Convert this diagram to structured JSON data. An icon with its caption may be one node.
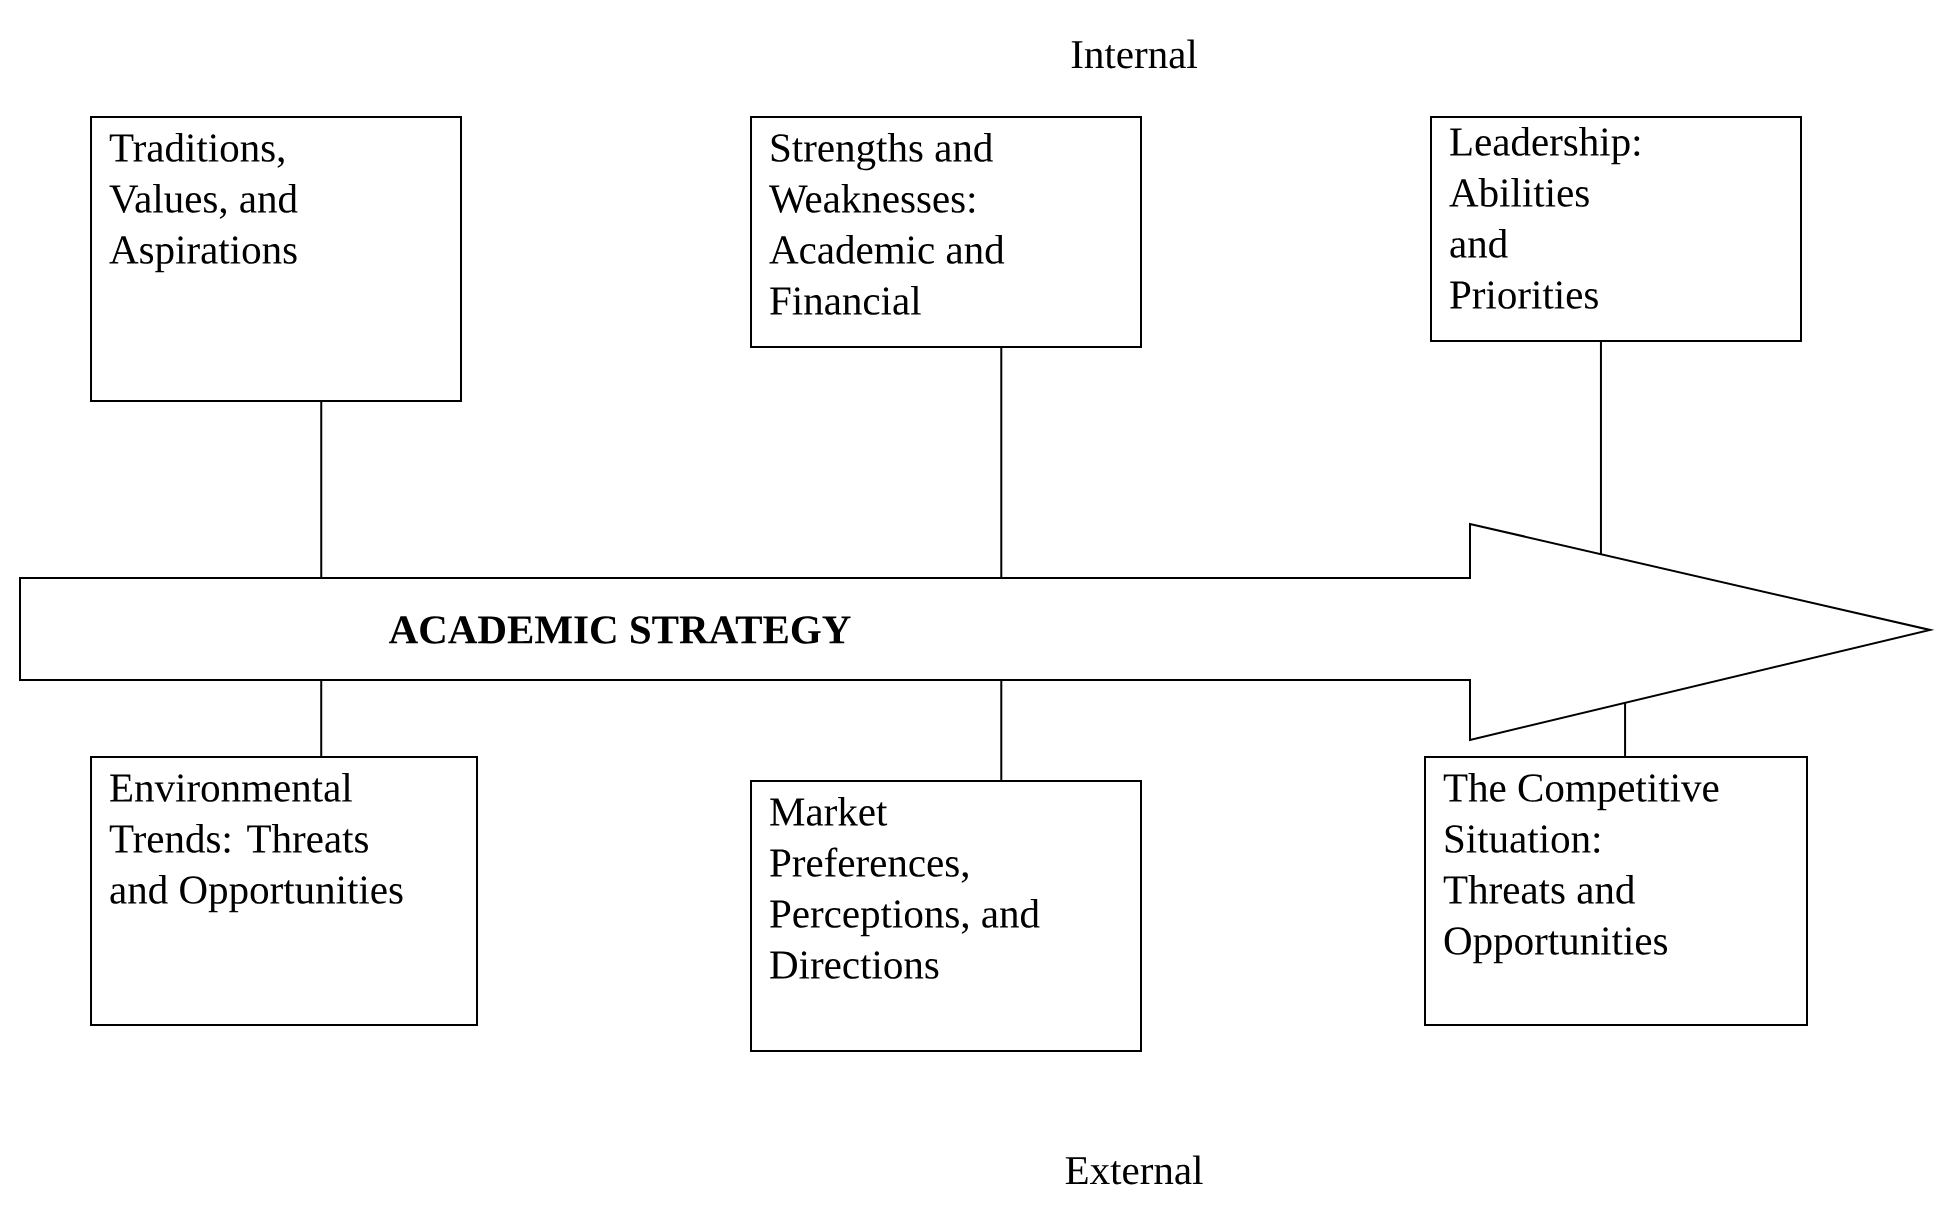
{
  "diagram": {
    "nodes": [
      {
        "text": [
          "Traditions, Values, and Aspirations"
        ]
      },
      {
        "text": [
          "Strengths and Weaknesses: Academic and Financial"
        ]
      },
      {
        "text": [
          "Leadership: Abilities and Priorities"
        ]
      },
      {
        "text": [
          "ACADEMIC STRATEGY"
        ]
      },
      {
        "text": [
          "Environmental Trends: Threats and Opportunities"
        ]
      },
      {
        "text": [
          "Market Preferences, Perceptions, and Directions"
        ]
      },
      {
        "text": [
          "The Competitive Situation: Threats and Opportunities"
        ]
      }
    ],
    "edges": [
      {
        "from": 0,
        "to": 3,
        "arrow": "none"
      },
      {
        "from": 1,
        "to": 3,
        "arrow": "none"
      },
      {
        "from": 2,
        "to": 3,
        "arrow": "none"
      },
      {
        "from": 4,
        "to": 3,
        "arrow": "none"
      },
      {
        "from": 5,
        "to": 3,
        "arrow": "none"
      },
      {
        "from": 6,
        "to": 3,
        "arrow": "none"
      }
    ],
    "labels": [
      "Internal",
      "External"
    ]
  }
}
